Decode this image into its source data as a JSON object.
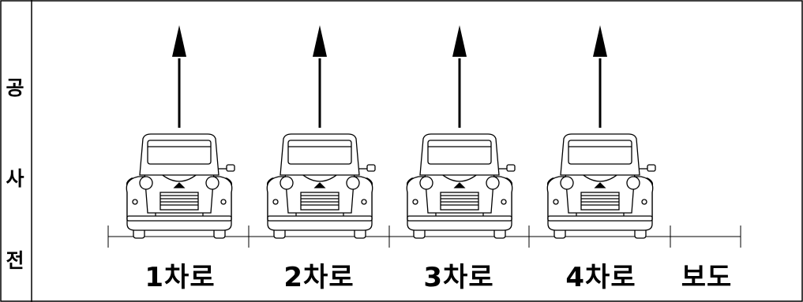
{
  "side_text": [
    "공",
    "사",
    "전"
  ],
  "lanes": [
    {
      "label": "1차로",
      "has_car": true
    },
    {
      "label": "2차로",
      "has_car": true
    },
    {
      "label": "3차로",
      "has_car": true
    },
    {
      "label": "4차로",
      "has_car": true
    },
    {
      "label": "보도",
      "has_car": false
    }
  ],
  "colors": {
    "line": "#000000",
    "background": "#ffffff"
  }
}
